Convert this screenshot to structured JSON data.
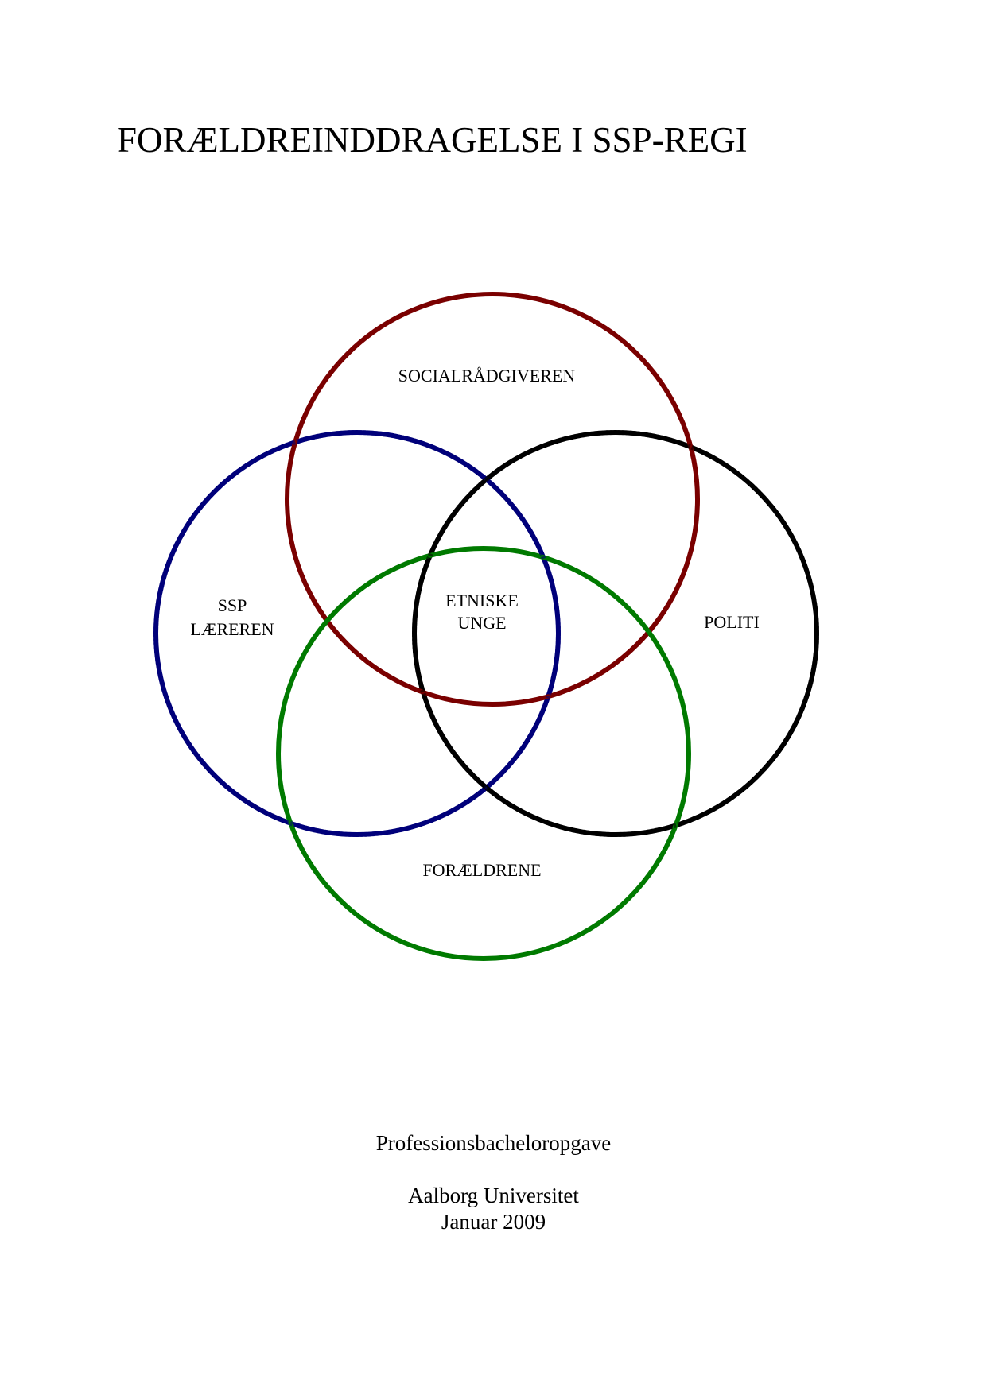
{
  "title": "FORÆLDREINDDRAGELSE I SSP-REGI",
  "diagram": {
    "top_label": "SOCIALRÅDGIVEREN",
    "left_label_line1": "SSP",
    "left_label_line2": "LÆREREN",
    "right_label": "POLITI",
    "center_label_line1": "ETNISKE",
    "center_label_line2": "UNGE",
    "bottom_label": "FORÆLDRENE",
    "colors": {
      "top_circle": "#7a0000",
      "left_circle": "#00007a",
      "right_circle": "#000000",
      "bottom_circle": "#007a00"
    }
  },
  "footer": {
    "line1": "Professionsbacheloropgave",
    "line2": "Aalborg Universitet",
    "line3": "Januar 2009"
  }
}
